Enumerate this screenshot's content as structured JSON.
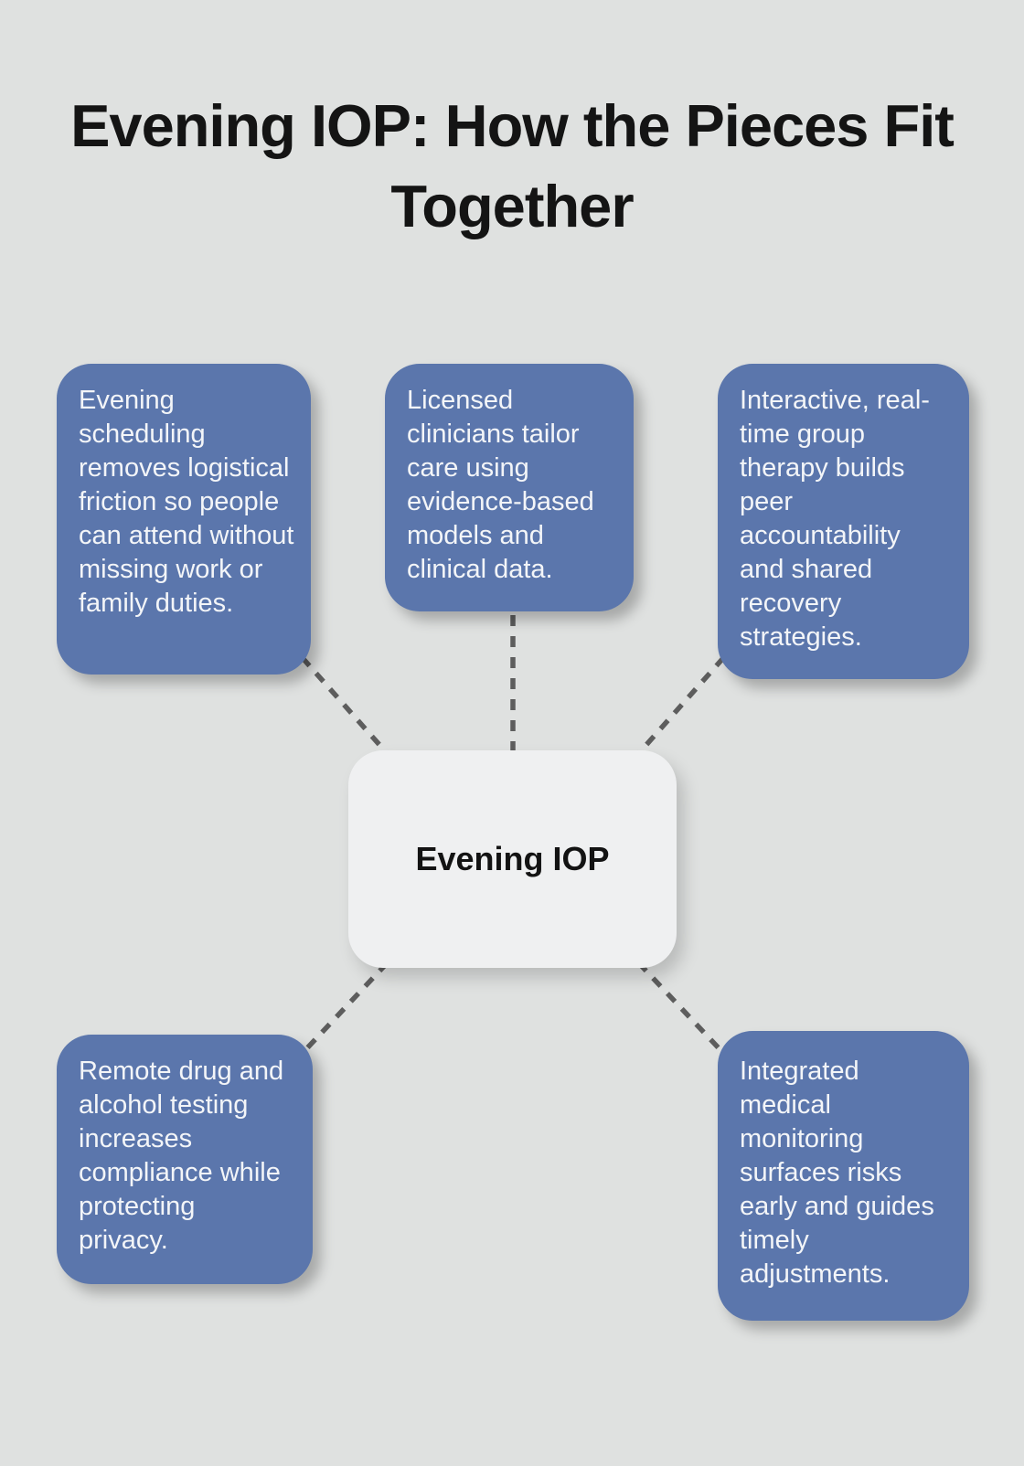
{
  "title": {
    "line1": "Evening IOP: How the Pieces Fit",
    "line2": "Together"
  },
  "center": {
    "label": "Evening IOP"
  },
  "nodes": [
    {
      "id": "evening-scheduling",
      "text": "Evening scheduling removes logistical friction so people can attend without missing work or family duties."
    },
    {
      "id": "licensed-clinicians",
      "text": "Licensed clinicians tailor care using evidence-based models and clinical data."
    },
    {
      "id": "group-therapy",
      "text": "Interactive, real-time group therapy builds peer accountability and shared recovery strategies."
    },
    {
      "id": "remote-testing",
      "text": "Remote drug and alcohol testing increases compliance while protecting privacy."
    },
    {
      "id": "medical-monitoring",
      "text": "Integrated medical monitoring surfaces risks early and guides timely adjustments."
    }
  ],
  "colors": {
    "background": "#dfe1e0",
    "node_fill": "#5b76ac",
    "node_text": "#f3f5f8",
    "center_fill": "#eff0f1",
    "center_text": "#131313",
    "title_text": "#141414",
    "connector": "#5d5d5d"
  }
}
